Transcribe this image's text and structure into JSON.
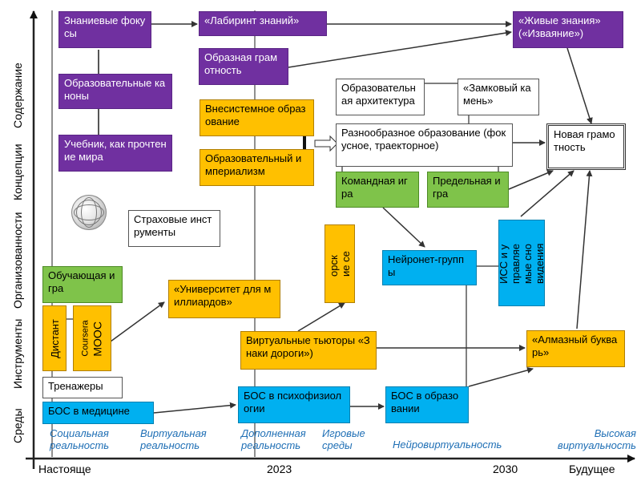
{
  "y_axis_labels": {
    "sredy": "Среды",
    "instrumenty": "Инструменты",
    "organizovannosti": "Организованности",
    "kontseptsii": "Концепции",
    "soderzhanie": "Содержание"
  },
  "timeline": {
    "nastoyashchee": "Настояще",
    "year_2023": "2023",
    "year_2030": "2030",
    "budushchee": "Будущее"
  },
  "boxes": {
    "znanievye_fokusy": "Знаниевые фокусы",
    "labirint_znaniy": "«Лабиринт знаний»",
    "zhivye_znaniya": "«Живые знания» («Изваяние»)",
    "obraznaya_gramotnost": "Образная грамотность",
    "obrazovatelnye_kanony": "Образовательные каноны",
    "obrazovatelnaya_arkhitektura": "Образовательная архитектура",
    "zamkovyy_kamen": "«Замковый камень»",
    "vnesistemnoe_obrazovanie": "Внесистемное образование",
    "raznoobraznoe_obrazovanie": "Разнообразное образование (фокусное, траекторное)",
    "novaya_gramotnost": "Новая грамотность",
    "uchebnik": "Учебник, как прочтение мира",
    "obrazovatelnyy_imperializm": "Образовательный империализм",
    "komandnaya_igra": "Командная игра",
    "predelnaya_igra": "Предельная игра",
    "strakhovye_instrumenty": "Страховые инструменты",
    "mentorskie_seti": "Менторские сети",
    "iss": "ИСС и управляемые сновидения",
    "neyronet_gruppy": "Нейронет-группы",
    "obuchayushchaya_igra": "Обучающая игра",
    "universitet": "«Университет для миллиардов»",
    "distant": "Дистант",
    "coursera": "Coursera",
    "mooc": "MOOC",
    "virtualnye_tyutory": "Виртуальные тьюторы «Знаки дороги»)",
    "almaznyy_bukvar": "«Алмазный букварь»",
    "trenazhery": "Тренажеры",
    "bos_psikhofiziologii": "БОС в психофизиологии",
    "bos_obrazovanii": "БОС в образовании",
    "bos_meditsine": "БОС в медицине"
  },
  "bottom_labels": {
    "sotsialnaya": "Социальная реальность",
    "virtualnaya": "Виртуальная реальность",
    "dopolnennaya": "Дополненная реальность",
    "igrovye": "Игровые среды",
    "neyrovirtualnost": "Нейровиртуальность",
    "vysokaya": "Высокая виртуальность"
  },
  "colors": {
    "purple": "#7030a0",
    "orange": "#ffc000",
    "green": "#7fc34a",
    "blue": "#00b0f0",
    "arrow": "#333333",
    "bottom_label": "#1f6fb5"
  }
}
